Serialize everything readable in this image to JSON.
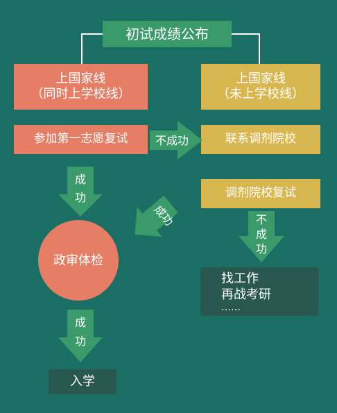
{
  "title": "初试成绩公布",
  "left": {
    "line1": "上国家线",
    "line2": "（同时上学校线）",
    "retest": "参加第一志愿复试",
    "success1": "成功",
    "political_check": "政审体检",
    "success2": "成功",
    "enroll": "入学"
  },
  "middle": {
    "fail1": "不成功",
    "success_diag": "成功"
  },
  "right": {
    "line1": "上国家线",
    "line2": "（未上学校线）",
    "contact": "联系调剂院校",
    "adjust_retest": "调剂院校复试",
    "fail2": "不成功",
    "outcome_1": "找工作",
    "outcome_2": "再战考研",
    "outcome_3": "……"
  },
  "colors": {
    "background": "#1a6e64",
    "title": "#3a9a6a",
    "salmon": "#e57e64",
    "gold": "#d9b750",
    "dark": "#27574f",
    "arrow": "#3a9a6a"
  }
}
